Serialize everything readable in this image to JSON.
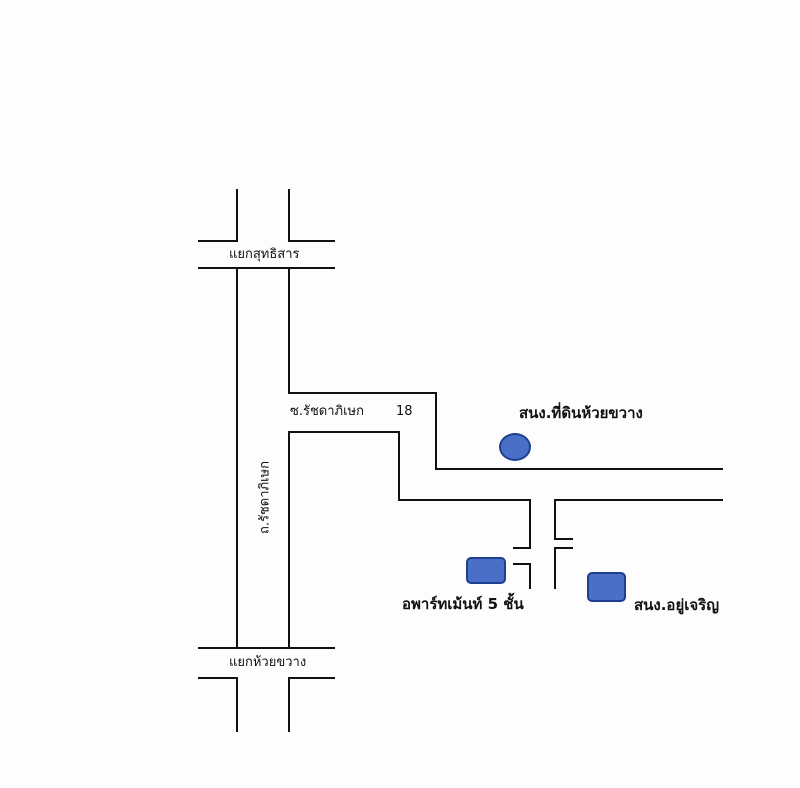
{
  "labels": {
    "sutthisan_junction": "แยกสุทธิสาร",
    "huai_khwang_junction": "แยกห้วยขวาง",
    "ratchadaphisek_road": "ถ.รัชดาภิเษก",
    "soi_ratchadaphisek_18_name": "ซ.รัชดาภิเษก",
    "soi_ratchadaphisek_18_number": "18",
    "office_din_daeng_huai_khwang": "สนง.ที่ดินห้วยขวาง",
    "apartment_5_floors": "อพาร์ทเม้นท์ 5 ชั้น",
    "office_yu_charoen": "สนง.อยู่เจริญ"
  },
  "colors": {
    "road_line": "#111111",
    "marker_fill": "#4a6fc7",
    "marker_border": "#1e3f8f"
  }
}
